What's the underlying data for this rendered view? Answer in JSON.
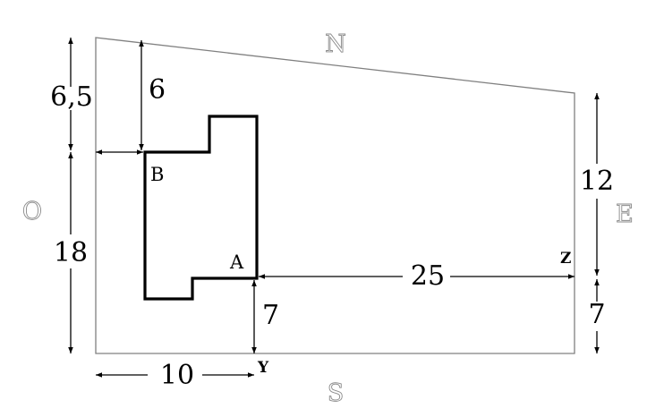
{
  "directions": {
    "north": "N",
    "south": "S",
    "east": "E",
    "west": "O"
  },
  "points": {
    "a": "A",
    "b": "B",
    "y": "Y",
    "z": "Z"
  },
  "dimensions": {
    "left_top": "6,5",
    "left_bottom": "18",
    "inner_top": "6",
    "right_top": "12",
    "right_bottom": "7",
    "a_to_z": "25",
    "a_to_bottom": "7",
    "bottom_left": "10"
  },
  "colors": {
    "lot": "#808080",
    "building": "#000000",
    "dimension": "#000000"
  }
}
